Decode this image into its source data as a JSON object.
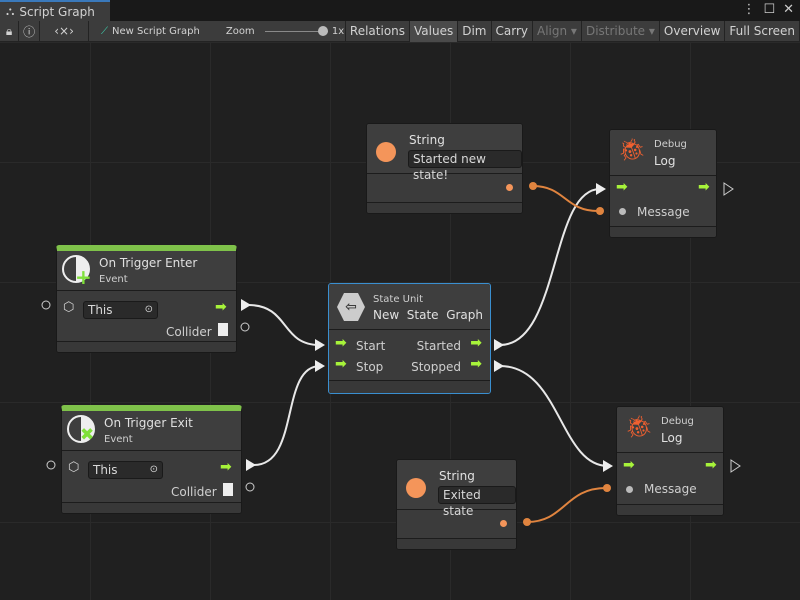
{
  "window": {
    "tab_title": "Script Graph"
  },
  "toolbar": {
    "graph_name": "New Script Graph",
    "zoom_label": "Zoom",
    "zoom_value": "1x",
    "zoom_level": 1.0,
    "buttons": [
      "Relations",
      "Values",
      "Dim",
      "Carry",
      "Align",
      "Distribute",
      "Overview",
      "Full Screen"
    ],
    "active": "Values"
  },
  "nodes": {
    "string1": {
      "title": "String",
      "value": "Started new state!"
    },
    "string2": {
      "title": "String",
      "value": "Exited state"
    },
    "debug1": {
      "category": "Debug",
      "title": "Log",
      "port": "Message"
    },
    "debug2": {
      "category": "Debug",
      "title": "Log",
      "port": "Message"
    },
    "enter": {
      "title": "On Trigger Enter",
      "subtitle": "Event",
      "target": "This",
      "output": "Collider"
    },
    "exit": {
      "title": "On Trigger Exit",
      "subtitle": "Event",
      "target": "This",
      "output": "Collider"
    },
    "state": {
      "category": "State Unit",
      "title": "New  State  Graph",
      "inputs": [
        "Start",
        "Stop"
      ],
      "outputs": [
        "Started",
        "Stopped"
      ]
    }
  },
  "colors": {
    "flow": "#a7f33a",
    "string": "#f4955a",
    "event": "#7fc24a",
    "selected": "#3a8fd0",
    "debug": "#f06030"
  }
}
